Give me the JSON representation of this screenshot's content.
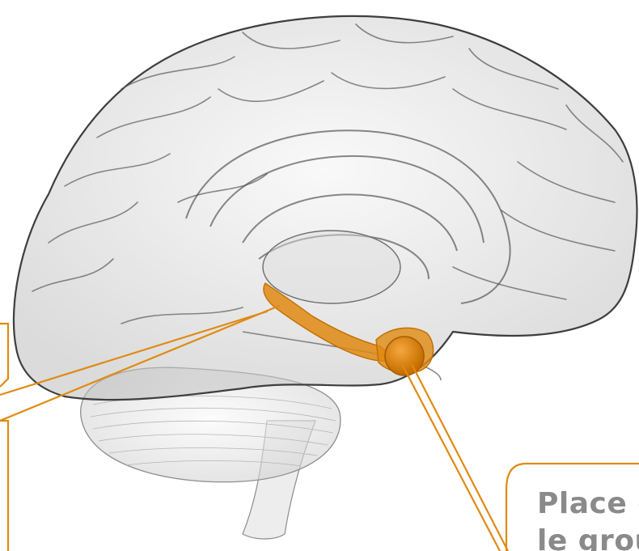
{
  "figure": {
    "subject_icon": "brain-illustration",
    "highlight_color": "#e08a12",
    "highlight_color_dark": "#c06f00",
    "outline_color": "#4a4a4a",
    "callout": {
      "line1": "Place c",
      "line2": "le grou"
    }
  }
}
